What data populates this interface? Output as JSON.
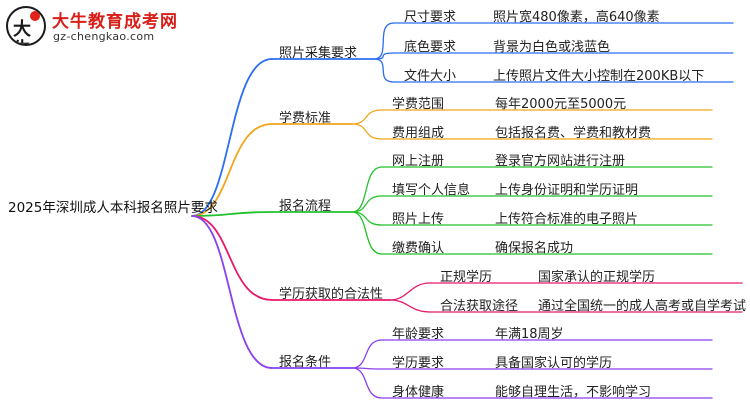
{
  "logo": {
    "title": "大牛教育成考网",
    "url": "gz-chengkao.com"
  },
  "root": "2025年深圳成人本科报名照片要求",
  "colors": {
    "blue": "#2b6ef2",
    "orange": "#f2a51c",
    "green": "#23c22b",
    "magenta": "#e8196a",
    "purple": "#8a3ff0"
  },
  "branches": [
    {
      "label": "照片采集要求",
      "color": "blue",
      "children": [
        {
          "label": "尺寸要求",
          "detail": "照片宽480像素，高640像素"
        },
        {
          "label": "底色要求",
          "detail": "背景为白色或浅蓝色"
        },
        {
          "label": "文件大小",
          "detail": "上传照片文件大小控制在200KB以下"
        }
      ]
    },
    {
      "label": "学费标准",
      "color": "orange",
      "children": [
        {
          "label": "学费范围",
          "detail": "每年2000元至5000元"
        },
        {
          "label": "费用组成",
          "detail": "包括报名费、学费和教材费"
        }
      ]
    },
    {
      "label": "报名流程",
      "color": "green",
      "children": [
        {
          "label": "网上注册",
          "detail": "登录官方网站进行注册"
        },
        {
          "label": "填写个人信息",
          "detail": "上传身份证明和学历证明"
        },
        {
          "label": "照片上传",
          "detail": "上传符合标准的电子照片"
        },
        {
          "label": "缴费确认",
          "detail": "确保报名成功"
        }
      ]
    },
    {
      "label": "学历获取的合法性",
      "color": "magenta",
      "children": [
        {
          "label": "正规学历",
          "detail": "国家承认的正规学历"
        },
        {
          "label": "合法获取途径",
          "detail": "通过全国统一的成人高考或自学考试"
        }
      ]
    },
    {
      "label": "报名条件",
      "color": "purple",
      "children": [
        {
          "label": "年龄要求",
          "detail": "年满18周岁"
        },
        {
          "label": "学历要求",
          "detail": "具备国家认可的学历"
        },
        {
          "label": "身体健康",
          "detail": "能够自理生活，不影响学习"
        }
      ]
    }
  ]
}
